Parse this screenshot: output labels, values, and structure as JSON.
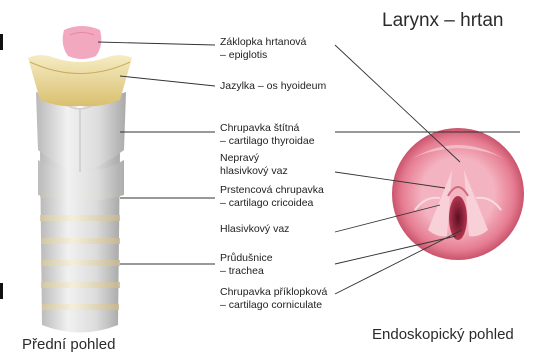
{
  "title": "Larynx – hrtan",
  "captions": {
    "front": "Přední pohled",
    "endoscopic": "Endoskopický pohled"
  },
  "labels": [
    {
      "line1": "Záklopka hrtanová",
      "line2": "– epiglotis"
    },
    {
      "line1": "Jazylka – os hyoideum",
      "line2": ""
    },
    {
      "line1": "Chrupavka štítná",
      "line2": "– cartilago thyroidae"
    },
    {
      "line1": "Nepravý",
      "line2": "hlasivkový vaz"
    },
    {
      "line1": "Prstencová chrupavka",
      "line2": "– cartilago cricoidea"
    },
    {
      "line1": "Hlasivkový vaz",
      "line2": ""
    },
    {
      "line1": "Průdušnice",
      "line2": "– trachea"
    },
    {
      "line1": "Chrupavka  příklopková",
      "line2": "– cartilago corniculate"
    }
  ],
  "colors": {
    "cartilage": "#d9d9d9",
    "hyoid": "#eee0a8",
    "epiglottis": "#f2a9c0",
    "endoscope_ring": "#e7748a",
    "endoscope_inner": "#f0a0b0",
    "leader_line": "#333333"
  }
}
